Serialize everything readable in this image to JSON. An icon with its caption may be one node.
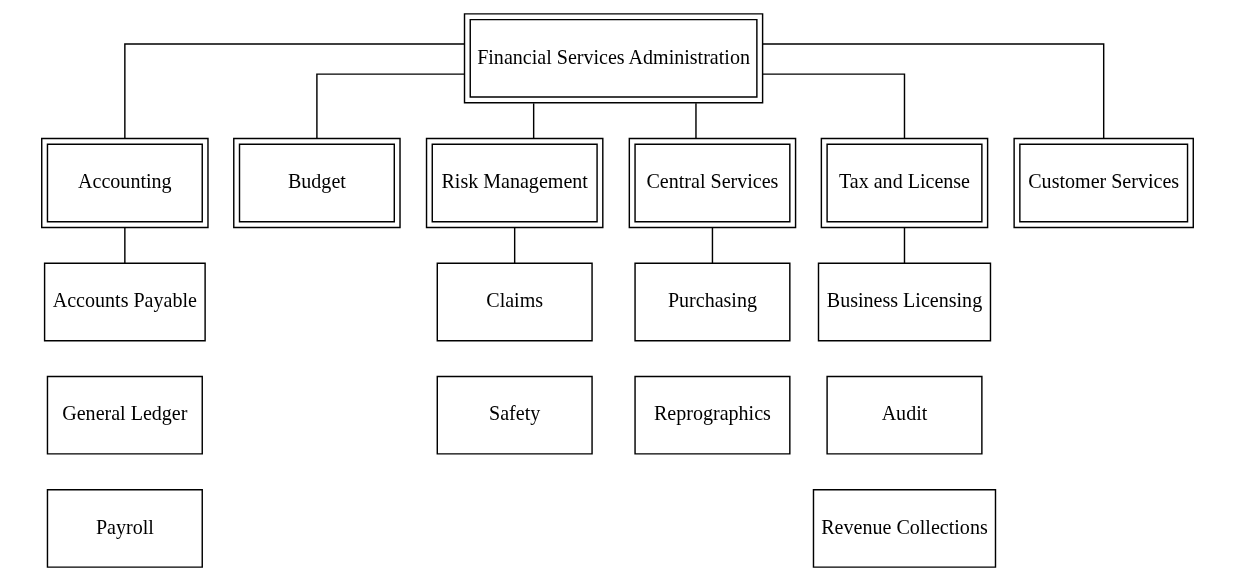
{
  "diagram": {
    "nodes": [
      {
        "text": [
          "Financial Services Administration"
        ]
      },
      {
        "text": [
          "Accounting"
        ]
      },
      {
        "text": [
          "Budget"
        ]
      },
      {
        "text": [
          "Risk Management"
        ]
      },
      {
        "text": [
          "Central Services"
        ]
      },
      {
        "text": [
          "Tax and License"
        ]
      },
      {
        "text": [
          "Customer Services"
        ]
      },
      {
        "text": [
          "Accounts Payable"
        ]
      },
      {
        "text": [
          "General Ledger"
        ]
      },
      {
        "text": [
          "Payroll"
        ]
      },
      {
        "text": [
          "Claims"
        ]
      },
      {
        "text": [
          "Safety"
        ]
      },
      {
        "text": [
          "Purchasing"
        ]
      },
      {
        "text": [
          "Reprographics"
        ]
      },
      {
        "text": [
          "Business Licensing"
        ]
      },
      {
        "text": [
          "Audit"
        ]
      },
      {
        "text": [
          "Revenue Collections"
        ]
      }
    ],
    "edges": [
      {
        "from": 0,
        "to": 1,
        "arrow": "none"
      },
      {
        "from": 0,
        "to": 2,
        "arrow": "none"
      },
      {
        "from": 0,
        "to": 3,
        "arrow": "none"
      },
      {
        "from": 0,
        "to": 4,
        "arrow": "none"
      },
      {
        "from": 0,
        "to": 5,
        "arrow": "none"
      },
      {
        "from": 0,
        "to": 6,
        "arrow": "none"
      },
      {
        "from": 1,
        "to": 7,
        "arrow": "none"
      },
      {
        "from": 3,
        "to": 10,
        "arrow": "none"
      },
      {
        "from": 4,
        "to": 12,
        "arrow": "none"
      },
      {
        "from": 5,
        "to": 14,
        "arrow": "none"
      }
    ]
  }
}
